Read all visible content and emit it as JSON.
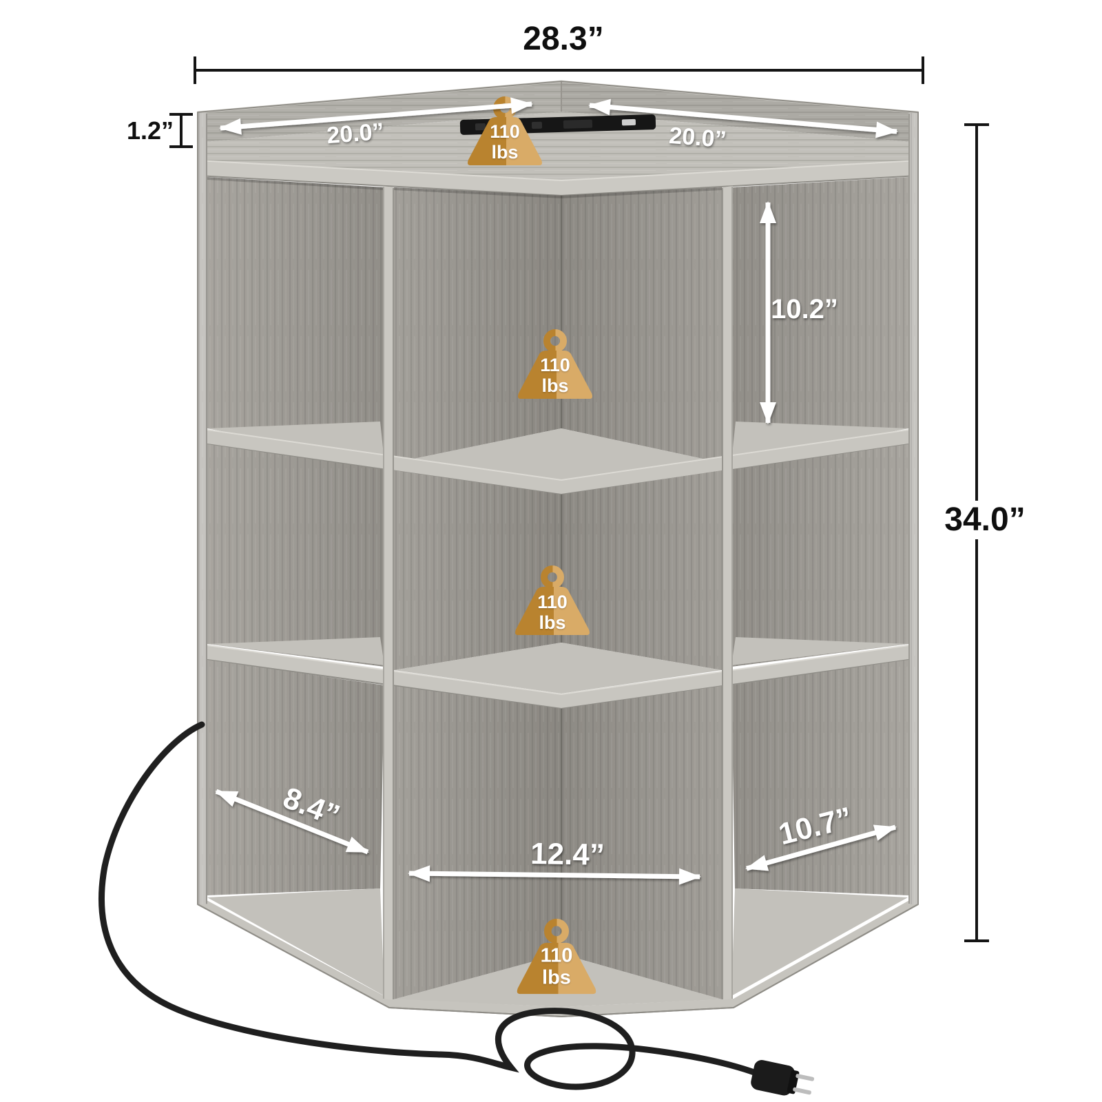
{
  "product": {
    "description": "3-tier corner cube storage cabinet with power strip, dimension diagram"
  },
  "dimensions": {
    "total_width": "28.3”",
    "back_panel_lip": "1.2”",
    "top_side_left": "20.0”",
    "top_side_right": "20.0”",
    "cubby_height": "10.2”",
    "total_height": "34.0”",
    "left_cubby_width": "8.4”",
    "front_opening_width": "12.4”",
    "right_cubby_width": "10.7”"
  },
  "weights": [
    {
      "value": "110",
      "unit": "lbs"
    },
    {
      "value": "110",
      "unit": "lbs"
    },
    {
      "value": "110",
      "unit": "lbs"
    },
    {
      "value": "110",
      "unit": "lbs"
    }
  ],
  "palette": {
    "gold_dark": "#b9832f",
    "gold_light": "#d9ab67",
    "arrow_white": "#ffffff",
    "label_black": "#0f0f0f",
    "wood_light": "#cbc9c3",
    "wood_mid": "#a9a7a1",
    "wood_dark": "#8e8b85",
    "strip_black": "#161616",
    "cord_black": "#1f1f1f"
  }
}
